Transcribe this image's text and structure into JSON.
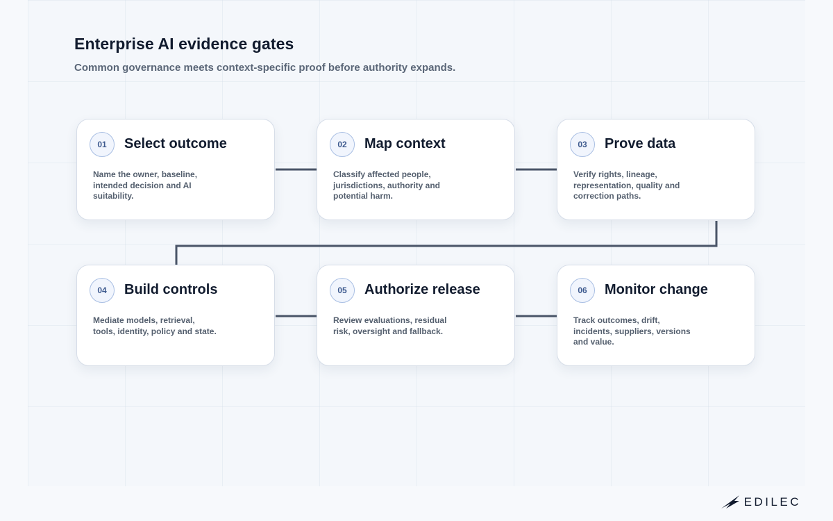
{
  "header": {
    "title": "Enterprise AI evidence gates",
    "subtitle": "Common governance meets context-specific proof before authority expands."
  },
  "steps": [
    {
      "number": "01",
      "title": "Select outcome",
      "description": "Name the owner, baseline, intended decision and AI suitability."
    },
    {
      "number": "02",
      "title": "Map context",
      "description": "Classify affected people, jurisdictions, authority and potential harm."
    },
    {
      "number": "03",
      "title": "Prove data",
      "description": "Verify rights, lineage, representation, quality and correction paths."
    },
    {
      "number": "04",
      "title": "Build controls",
      "description": "Mediate models, retrieval, tools, identity, policy and state."
    },
    {
      "number": "05",
      "title": "Authorize release",
      "description": "Review evaluations, residual risk, oversight and fallback."
    },
    {
      "number": "06",
      "title": "Monitor change",
      "description": "Track outcomes, drift, incidents, suppliers, versions and value."
    }
  ],
  "brand": {
    "logo_icon": "edilec-wing-icon",
    "name": "EDILEC"
  },
  "colors": {
    "connector": "#4a5568",
    "badge_border": "#a9bfe3",
    "badge_text": "#3e5a8e",
    "title": "#111b2e",
    "muted": "#55606f"
  }
}
